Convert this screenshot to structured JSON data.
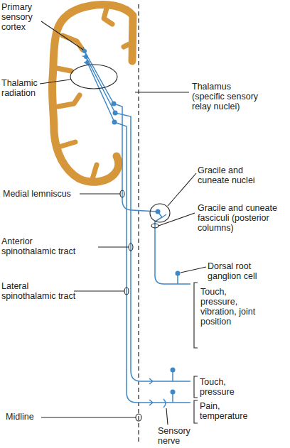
{
  "diagram": {
    "labels": [
      "Primary sensory cortex",
      "Thalamic radiation",
      "Thalamus (specific sensory relay nuclei)",
      "Gracile and cuneate nuclei",
      "Medial lemniscus",
      "Gracile and cuneate fasciculi (posterior columns)",
      "Anterior spinothalamic tract",
      "Dorsal root ganglion cell",
      "Touch, pressure, vibration, joint position",
      "Lateral spinothalamic tract",
      "Touch, pressure",
      "Pain, temperature",
      "Midline",
      "Sensory nerve"
    ]
  }
}
